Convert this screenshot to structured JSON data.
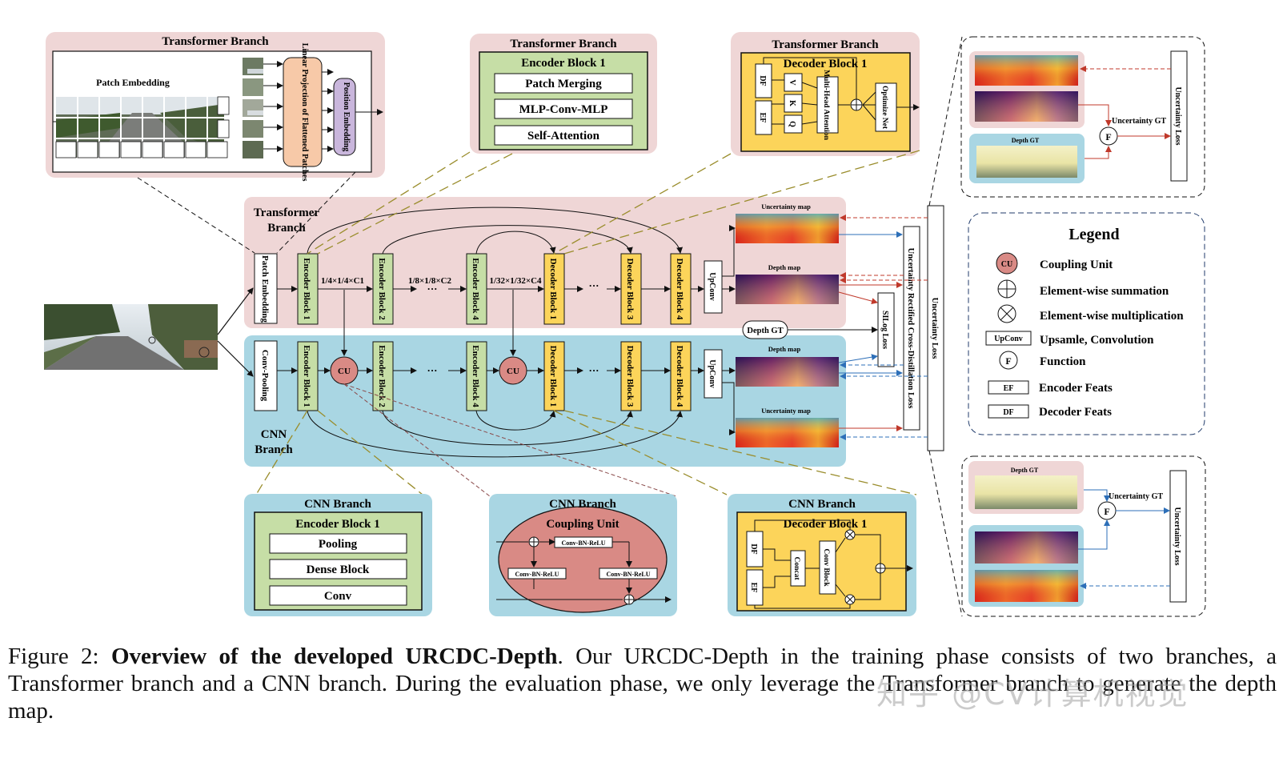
{
  "colors": {
    "transformer_bg": "#efd6d6",
    "cnn_bg": "#a9d6e3",
    "encoder_green": "#c6dea6",
    "decoder_yellow": "#fcd45a",
    "linear_peach": "#f7c9a8",
    "position_lilac": "#c9b6dc",
    "coupling_red": "#d98a85",
    "dash_olive": "#9a8d2c",
    "dash_red": "#c0392b",
    "dash_blue": "#2d6fb8"
  },
  "top_panels": {
    "patch_panel": {
      "title": "Transformer Branch",
      "patch_embedding": "Patch Embedding",
      "linear_projection": "Linear Projection of Flattened Patches",
      "position_embedding": "Position Embedding"
    },
    "encoder_panel": {
      "title": "Transformer Branch",
      "block": "Encoder Block 1",
      "items": [
        "Patch Merging",
        "MLP-Conv-MLP",
        "Self-Attention"
      ]
    },
    "decoder_panel": {
      "title": "Transformer Branch",
      "block": "Decoder Block 1",
      "df": "DF",
      "ef": "EF",
      "v": "V",
      "k": "K",
      "q": "Q",
      "mha": "Multi-Head Attention",
      "optimize": "Optimize Net"
    }
  },
  "main": {
    "transformer_label": [
      "Transformer",
      "Branch"
    ],
    "cnn_label": [
      "CNN",
      "Branch"
    ],
    "patch_embedding": "Patch Embedding",
    "conv_pooling": "Conv-Pooling",
    "encoder_blocks": [
      "Encoder Block 1",
      "Encoder Block 2",
      "Encoder Block 4"
    ],
    "decoder_blocks": [
      "Decoder Block 1",
      "Decoder Block 3",
      "Decoder Block 4"
    ],
    "scales": [
      "1/4×1/4×C1",
      "1/8×1/8×C2",
      "1/32×1/32×C4"
    ],
    "ellipsis": "···",
    "cu": "CU",
    "upconv": "UpConv",
    "uncertainty_map": "Uncertainty map",
    "depth_map": "Depth map",
    "depth_gt": "Depth GT",
    "silog_loss": "SILog Loss",
    "urcd_loss": "Uncertainty Rectified Cross-Distillation Loss",
    "uncertainty_loss": "Uncertainty Loss"
  },
  "bottom_panels": {
    "encoder_panel": {
      "title": "CNN Branch",
      "block": "Encoder Block 1",
      "items": [
        "Pooling",
        "Dense Block",
        "Conv"
      ]
    },
    "coupling_panel": {
      "title": "CNN Branch",
      "unit": "Coupling Unit",
      "conv_top": "Conv-BN-ReLU",
      "conv_left": "Conv-BN-ReLU",
      "conv_right": "Conv-BN-ReLU"
    },
    "decoder_panel": {
      "title": "CNN Branch",
      "block": "Decoder Block 1",
      "df": "DF",
      "ef": "EF",
      "concat": "Concat",
      "conv_block": "Conv Block"
    }
  },
  "right_panels": {
    "top_loss": {
      "depth_gt": "Depth GT",
      "uncertainty_gt": "Uncertainty GT",
      "f": "F",
      "loss": "Uncertainty Loss"
    },
    "bottom_loss": {
      "depth_gt": "Depth GT",
      "uncertainty_gt": "Uncertainty GT",
      "f": "F",
      "loss": "Uncertainty Loss"
    }
  },
  "legend": {
    "title": "Legend",
    "items": [
      {
        "symbol": "CU",
        "label": "Coupling Unit"
      },
      {
        "symbol": "plus-circle",
        "label": "Element-wise summation"
      },
      {
        "symbol": "times-circle",
        "label": "Element-wise multiplication"
      },
      {
        "symbol": "UpConv",
        "label": "Upsamle, Convolution"
      },
      {
        "symbol": "F",
        "label": "Function"
      },
      {
        "symbol": "EF",
        "label": "Encoder Feats"
      },
      {
        "symbol": "DF",
        "label": "Decoder Feats"
      }
    ]
  },
  "caption": {
    "prefix": "Figure 2: ",
    "lead": "Overview of the developed URCDC-Depth",
    "body": ". Our URCDC-Depth in the training phase consists of two branches, a Transformer branch and a CNN branch. During the evaluation phase, we only leverage the Transformer branch to generate the depth map."
  },
  "watermark": "知乎 @CV计算机视觉"
}
